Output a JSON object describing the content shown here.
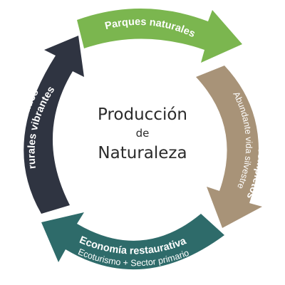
{
  "center": {
    "line1": "Producción",
    "line2": "de",
    "line3": "Naturaleza"
  },
  "segments": [
    {
      "title": "Parques naturales",
      "subtitle": "",
      "color": "#7bb64f"
    },
    {
      "title": "Ecosistemas completos",
      "subtitle": "Abundante vida silvestre",
      "color": "#a89378"
    },
    {
      "title": "Economía restaurativa",
      "subtitle": "Ecoturismo + Sector primario",
      "color": "#2e6b6a"
    },
    {
      "title": "Comunidades rurales vibrantes",
      "subtitle": "",
      "color": "#2f3441"
    }
  ]
}
